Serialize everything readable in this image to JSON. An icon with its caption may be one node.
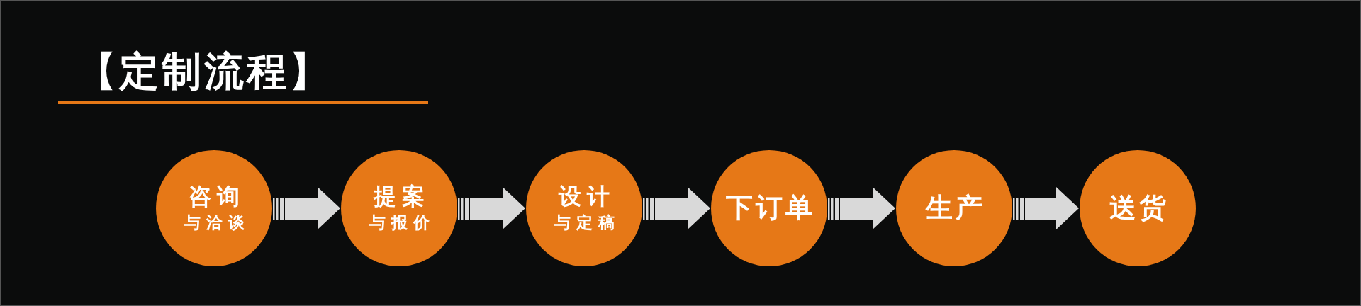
{
  "diagram": {
    "title": "【定制流程】",
    "nodes": [
      {
        "text": [
          "咨询",
          "与洽谈"
        ]
      },
      {
        "text": [
          "提案",
          "与报价"
        ]
      },
      {
        "text": [
          "设计",
          "与定稿"
        ]
      },
      {
        "text": [
          "下订单"
        ]
      },
      {
        "text": [
          "生产"
        ]
      },
      {
        "text": [
          "送货"
        ]
      }
    ],
    "edges": [
      {
        "from": 0,
        "to": 1,
        "arrow": "to"
      },
      {
        "from": 1,
        "to": 2,
        "arrow": "to"
      },
      {
        "from": 2,
        "to": 3,
        "arrow": "to"
      },
      {
        "from": 3,
        "to": 4,
        "arrow": "to"
      },
      {
        "from": 4,
        "to": 5,
        "arrow": "to"
      }
    ]
  }
}
